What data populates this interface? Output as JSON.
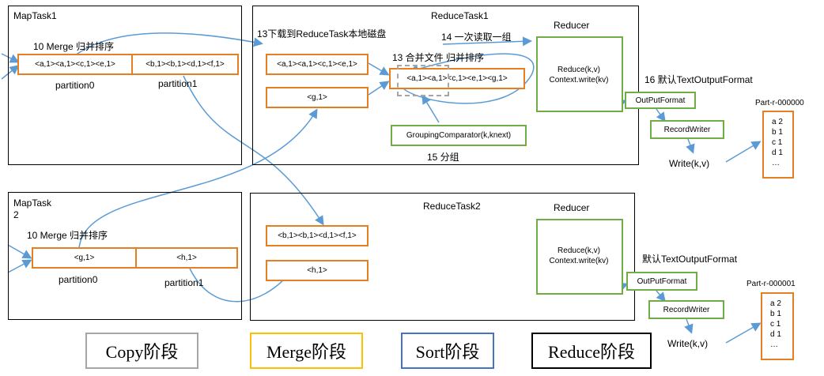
{
  "maptask1": {
    "title": "MapTask1",
    "merge_label": "10 Merge 归并排序",
    "p0_content": "<a,1><a,1><c,1><e,1>",
    "p1_content": "<b,1><b,1><d,1><f,1>",
    "p0_label": "partition0",
    "p1_label": "partition1"
  },
  "maptask2": {
    "title_line1": "MapTask",
    "title_line2": "2",
    "merge_label": "10 Merge 归并排序",
    "p0_content": "<g,1>",
    "p1_content": "<h,1>",
    "p0_label": "partition0",
    "p1_label": "partition1"
  },
  "reducetask1": {
    "title": "ReduceTask1",
    "download_label": "13下载到ReduceTask本地磁盘",
    "read_label": "14 一次读取一组",
    "merge_file_label": "13 合并文件 归并排序",
    "box_a": "<a,1><a,1><c,1><e,1>",
    "box_g": "<g,1>",
    "merged": "<a,1><a,1><c,1><e,1><g,1>",
    "grouping": "GroupingComparator(k,knext)",
    "group_label": "15 分组",
    "reducer_title": "Reducer",
    "reduce_line1": "Reduce(k,v)",
    "reduce_line2": "Context.write(kv)",
    "default_output": "16 默认TextOutputFormat",
    "outputformat": "OutPutFormat",
    "recordwriter": "RecordWriter",
    "write": "Write(k,v)",
    "part_title": "Part-r-000000",
    "part_lines": [
      "a 2",
      "b 1",
      "c 1",
      "d 1",
      "…"
    ]
  },
  "reducetask2": {
    "title": "ReduceTask2",
    "box_b": "<b,1><b,1><d,1><f,1>",
    "box_h": "<h,1>",
    "reducer_title": "Reducer",
    "reduce_line1": "Reduce(k,v)",
    "reduce_line2": "Context.write(kv)",
    "default_output": "默认TextOutputFormat",
    "outputformat": "OutPutFormat",
    "recordwriter": "RecordWriter",
    "write": "Write(k,v)",
    "part_title": "Part-r-000001",
    "part_lines": [
      "a 2",
      "b 1",
      "c 1",
      "d 1",
      "…"
    ]
  },
  "legend": {
    "copy": "Copy阶段",
    "merge": "Merge阶段",
    "sort": "Sort阶段",
    "reduce": "Reduce阶段"
  },
  "colors": {
    "orange": "#E67E22",
    "green": "#70AD47",
    "arrow": "#5B9BD5",
    "copy_border": "#A6A6A6",
    "merge_border": "#FFC000",
    "sort_border": "#4472C4",
    "reduce_border": "#000000"
  }
}
